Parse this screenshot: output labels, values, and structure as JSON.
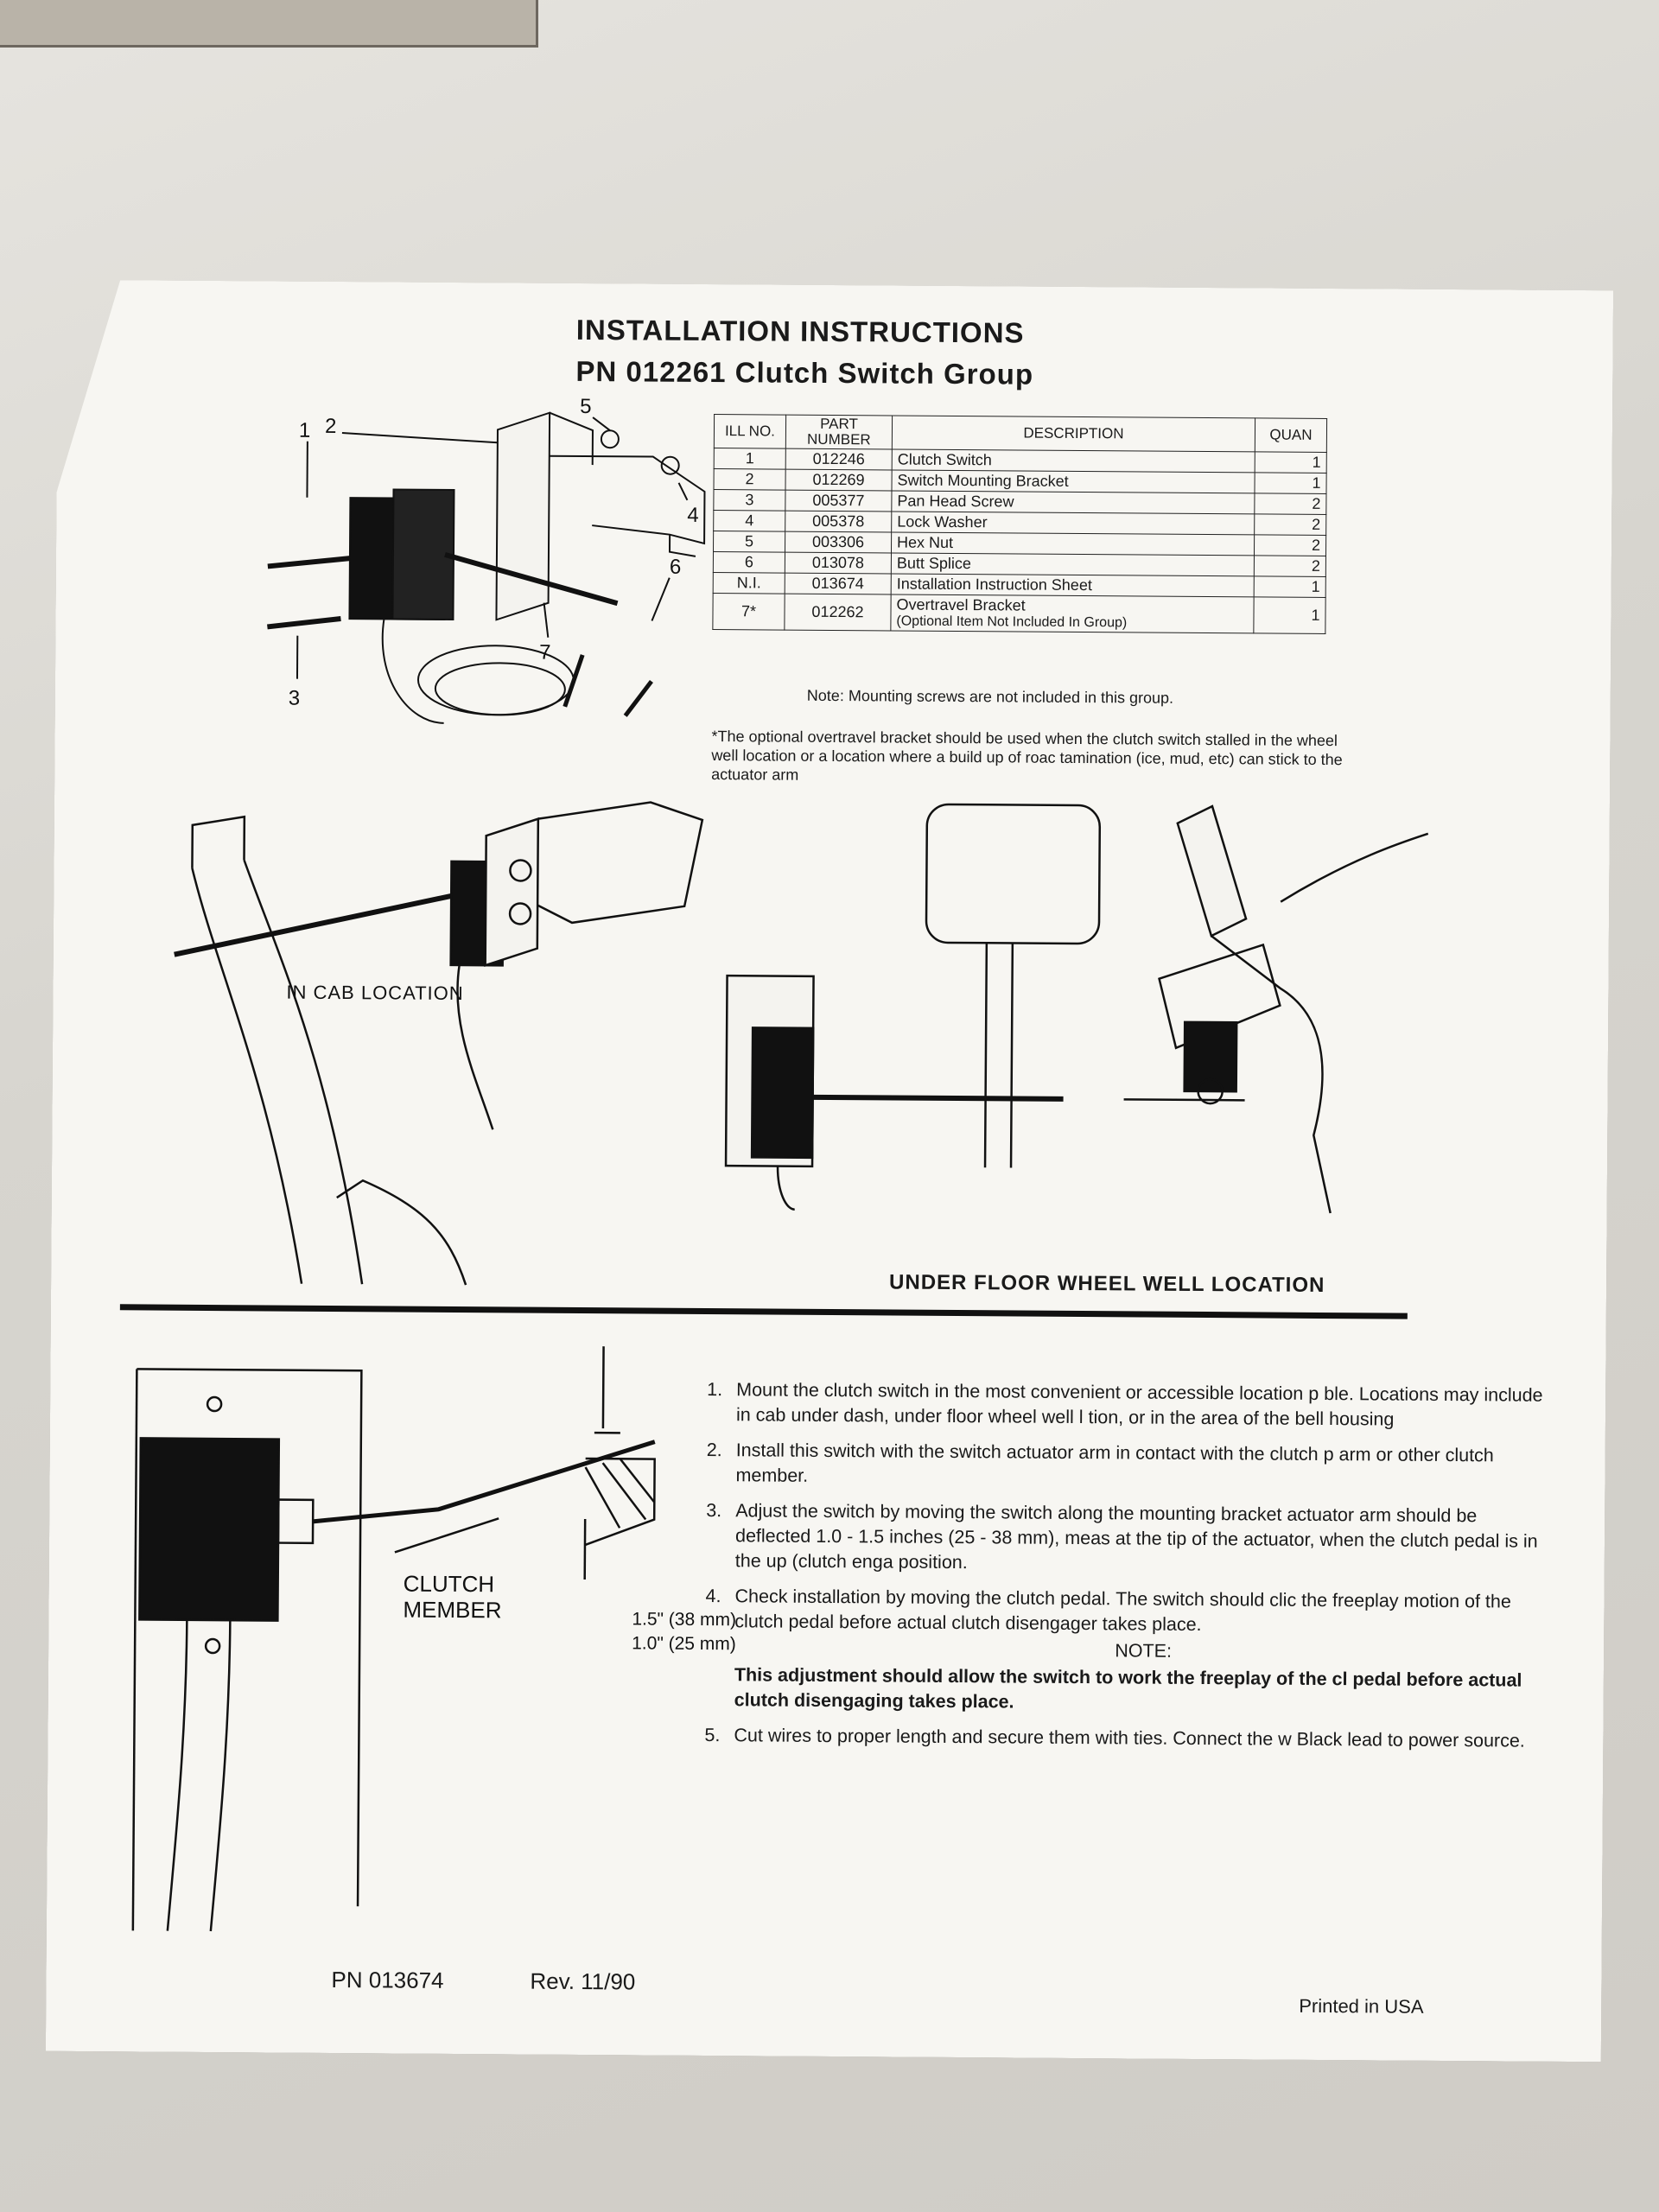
{
  "header": {
    "title_line1": "INSTALLATION INSTRUCTIONS",
    "title_line2": "PN 012261 Clutch Switch Group"
  },
  "callouts": {
    "c1": "1",
    "c2": "2",
    "c3": "3",
    "c4": "4",
    "c5": "5",
    "c6": "6",
    "c7": "7"
  },
  "parts_table": {
    "headers": {
      "ill_no": "ILL NO.",
      "part_number": "PART NUMBER",
      "description": "DESCRIPTION",
      "quantity": "QUAN"
    },
    "rows": [
      {
        "ill": "1",
        "part": "012246",
        "desc": "Clutch Switch",
        "qty": "1"
      },
      {
        "ill": "2",
        "part": "012269",
        "desc": "Switch Mounting Bracket",
        "qty": "1"
      },
      {
        "ill": "3",
        "part": "005377",
        "desc": "Pan Head Screw",
        "qty": "2"
      },
      {
        "ill": "4",
        "part": "005378",
        "desc": "Lock Washer",
        "qty": "2"
      },
      {
        "ill": "5",
        "part": "003306",
        "desc": "Hex Nut",
        "qty": "2"
      },
      {
        "ill": "6",
        "part": "013078",
        "desc": "Butt Splice",
        "qty": "2"
      },
      {
        "ill": "N.I.",
        "part": "013674",
        "desc": "Installation Instruction Sheet",
        "qty": "1"
      },
      {
        "ill": "7*",
        "part": "012262",
        "desc": "Overtravel Bracket",
        "desc_note": "(Optional Item Not Included In Group)",
        "qty": "1"
      }
    ]
  },
  "notes": {
    "mounting": "Note: Mounting screws are not included in this group.",
    "overtravel": "*The optional overtravel bracket should be used when the clutch switch stalled in the wheel well location or a location where a build up of roac tamination (ice, mud, etc) can stick to the actuator arm"
  },
  "figures": {
    "in_cab": "IN CAB LOCATION",
    "under_floor": "UNDER FLOOR WHEEL WELL LOCATION",
    "clutch_member_1": "CLUTCH",
    "clutch_member_2": "MEMBER",
    "dim_1": "1.5\" (38 mm)",
    "dim_2": "1.0\" (25 mm)"
  },
  "steps": [
    {
      "num": "1.",
      "text": "Mount the clutch switch in the most convenient or accessible location p ble. Locations may include in cab under dash, under floor wheel well l tion, or in the area of the bell housing"
    },
    {
      "num": "2.",
      "text": "Install this switch with the switch actuator arm in contact with the clutch p arm or other clutch member."
    },
    {
      "num": "3.",
      "text": "Adjust the switch by moving the switch along the mounting bracket actuator arm should be deflected 1.0 - 1.5 inches (25 - 38 mm), meas at the tip of the actuator, when the clutch pedal is in the up (clutch enga position."
    },
    {
      "num": "4.",
      "text": "Check installation by moving the clutch pedal. The switch should clic the freeplay motion of the clutch pedal before actual clutch disengager takes place."
    },
    {
      "num": "5.",
      "text": "Cut wires to proper length and secure them with ties. Connect the w Black lead to power source."
    }
  ],
  "step_note": {
    "heading": "NOTE:",
    "body": "This adjustment should allow the switch to work the freeplay of the cl pedal before actual clutch disengaging takes place."
  },
  "footer": {
    "pn": "PN 013674",
    "rev": "Rev. 11/90",
    "printed": "Printed in USA"
  }
}
